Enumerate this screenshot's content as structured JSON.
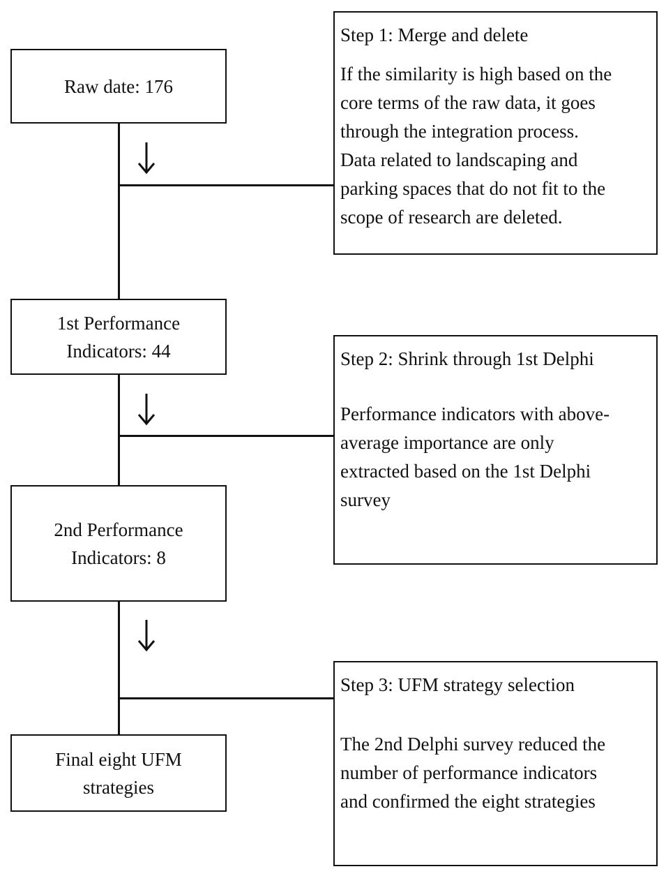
{
  "left_boxes": [
    {
      "lines": [
        "Raw date: 176"
      ]
    },
    {
      "lines": [
        "1st Performance",
        "Indicators: 44"
      ]
    },
    {
      "lines": [
        "2nd Performance",
        "Indicators: 8"
      ]
    },
    {
      "lines": [
        "Final eight UFM",
        "strategies"
      ]
    }
  ],
  "steps": [
    {
      "title": "Step 1: Merge and delete",
      "body_lines": [
        "If the similarity is high based on the",
        "core terms of the raw data, it goes",
        "through the integration process.",
        "Data related to landscaping and",
        "parking spaces that do not fit to the",
        "scope of research are deleted."
      ]
    },
    {
      "title": "Step 2: Shrink through 1st Delphi",
      "body_lines": [
        "Performance indicators with above-",
        "average importance are only",
        "extracted based on the 1st Delphi",
        "survey"
      ]
    },
    {
      "title": "Step 3: UFM strategy selection",
      "body_lines": [
        "The 2nd Delphi survey reduced the",
        "number of performance indicators",
        "and confirmed the eight strategies"
      ]
    }
  ]
}
